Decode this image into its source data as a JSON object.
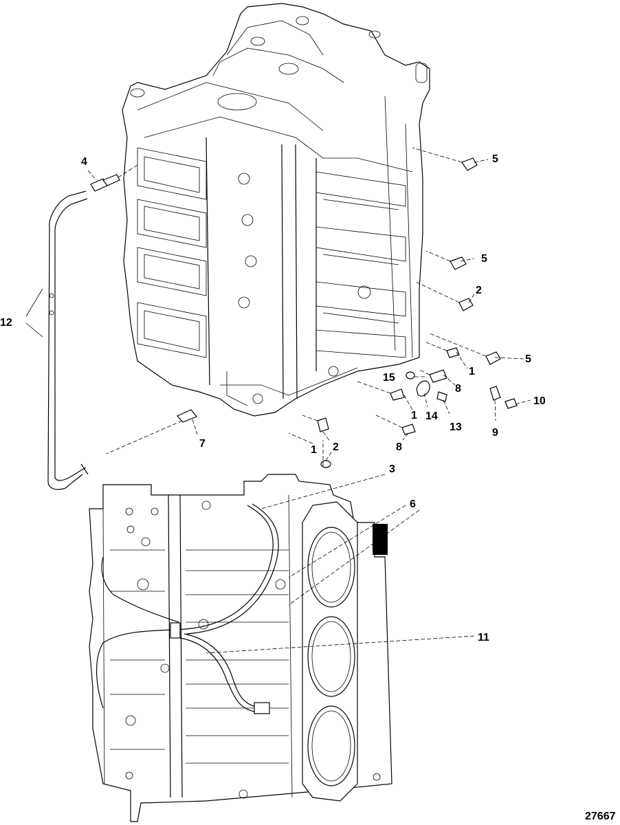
{
  "figure_number": "27667",
  "callouts": [
    {
      "id": "c1a",
      "text": "1"
    },
    {
      "id": "c1b",
      "text": "1"
    },
    {
      "id": "c1c",
      "text": "1"
    },
    {
      "id": "c2a",
      "text": "2"
    },
    {
      "id": "c2b",
      "text": "2"
    },
    {
      "id": "c3",
      "text": "3"
    },
    {
      "id": "c4",
      "text": "4"
    },
    {
      "id": "c5a",
      "text": "5"
    },
    {
      "id": "c5b",
      "text": "5"
    },
    {
      "id": "c5c",
      "text": "5"
    },
    {
      "id": "c6",
      "text": "6"
    },
    {
      "id": "c7",
      "text": "7"
    },
    {
      "id": "c8a",
      "text": "8"
    },
    {
      "id": "c8b",
      "text": "8"
    },
    {
      "id": "c9",
      "text": "9"
    },
    {
      "id": "c10",
      "text": "10"
    },
    {
      "id": "c11",
      "text": "11"
    },
    {
      "id": "c12",
      "text": "12"
    },
    {
      "id": "c13",
      "text": "13"
    },
    {
      "id": "c14",
      "text": "14"
    },
    {
      "id": "c15",
      "text": "15"
    }
  ]
}
